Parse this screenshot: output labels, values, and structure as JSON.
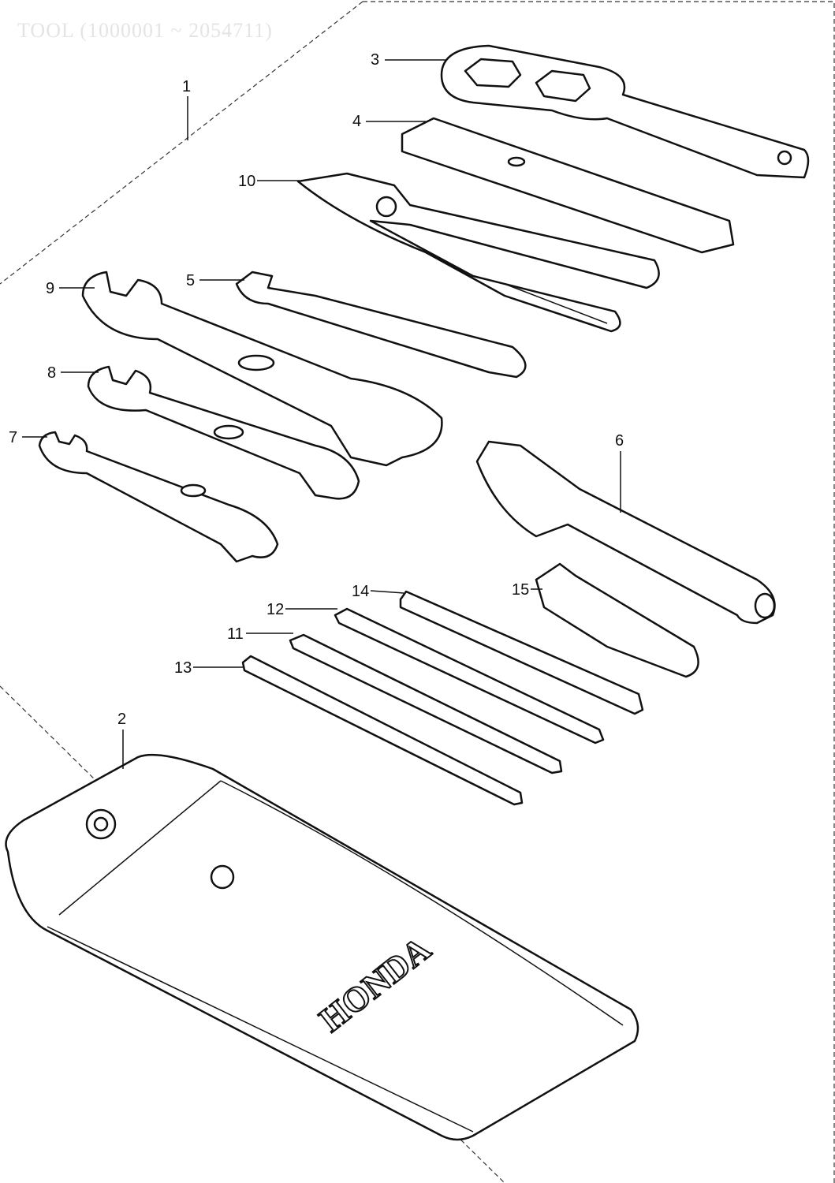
{
  "title": "TOOL (1000001 ~ 2054711)",
  "callouts": {
    "c1": "1",
    "c2": "2",
    "c3": "3",
    "c4": "4",
    "c5": "5",
    "c6": "6",
    "c7": "7",
    "c8": "8",
    "c9": "9",
    "c10": "10",
    "c11": "11",
    "c12": "12",
    "c13": "13",
    "c14": "14",
    "c15": "15"
  },
  "pouch_brand": "HONDA"
}
